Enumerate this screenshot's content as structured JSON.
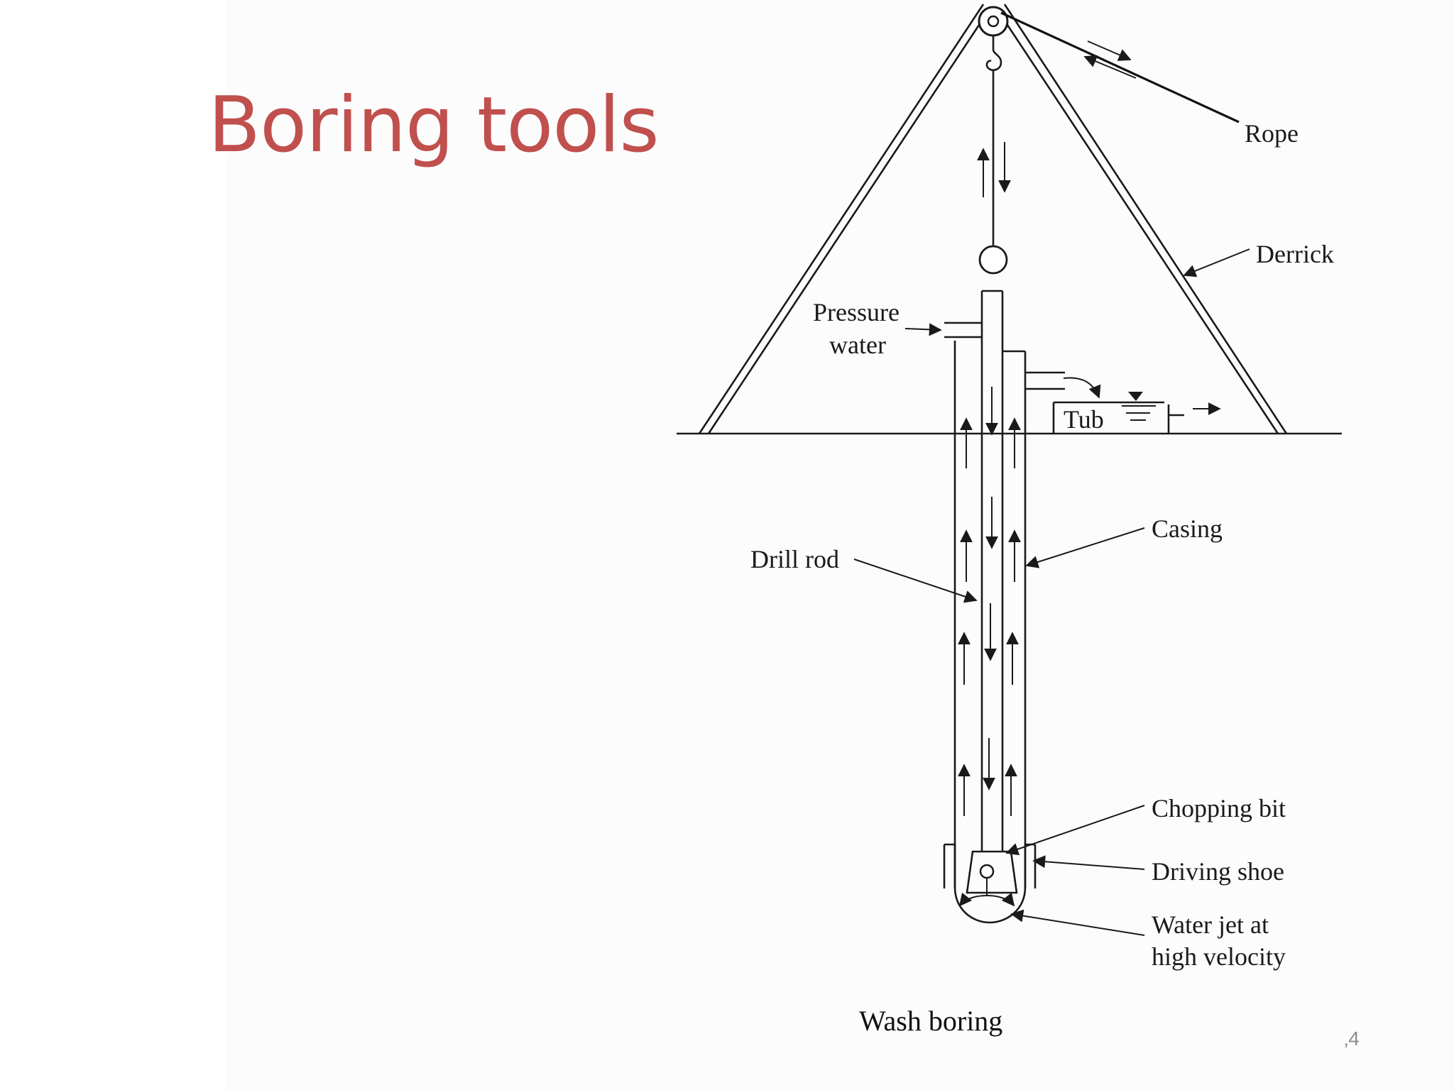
{
  "title": "Boring tools",
  "page_number": "‚4",
  "diagram": {
    "caption": "Wash boring",
    "labels": {
      "rope": "Rope",
      "derrick": "Derrick",
      "pressure_line1": "Pressure",
      "pressure_line2": "water",
      "tub": "Tub",
      "casing": "Casing",
      "drill_rod": "Drill rod",
      "chopping_bit": "Chopping bit",
      "driving_shoe": "Driving shoe",
      "water_jet_line1": "Water jet at",
      "water_jet_line2": "high velocity"
    }
  },
  "colors": {
    "title": "#c0504d",
    "line": "#1a1a1a"
  }
}
